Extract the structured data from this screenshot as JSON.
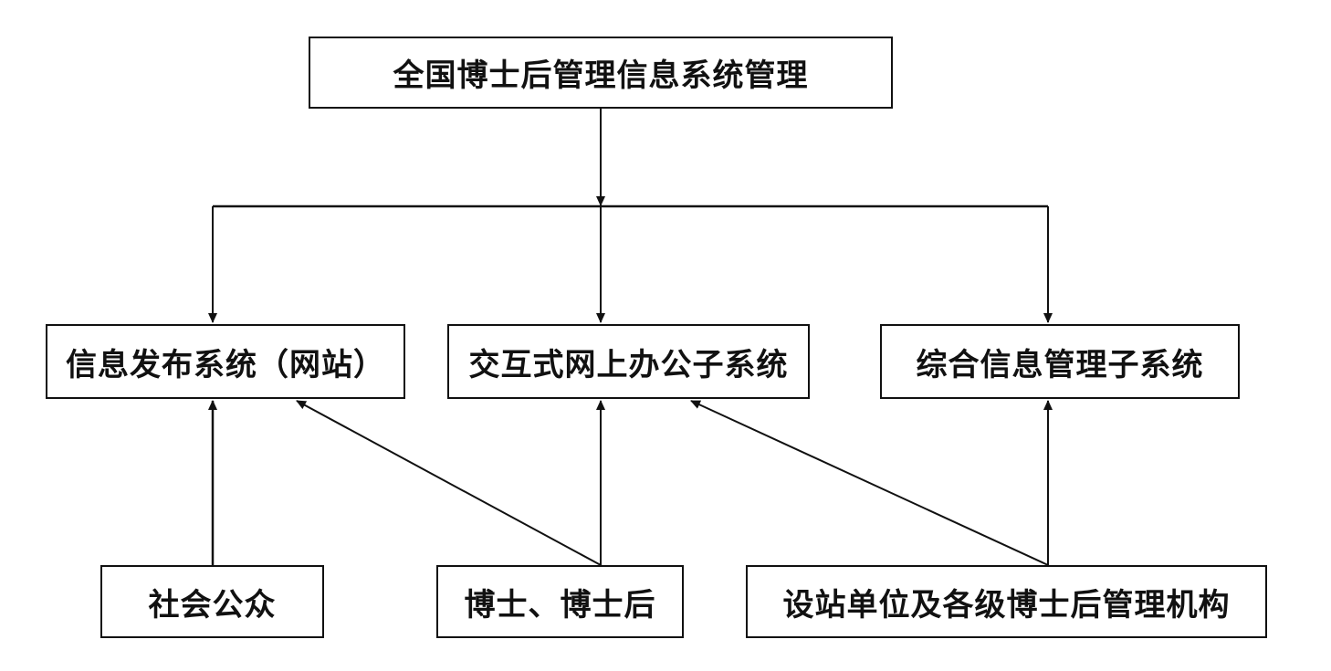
{
  "diagram": {
    "type": "organizational flow diagram",
    "nodes": {
      "root": "全国博士后管理信息系统管理",
      "publishing_system": "信息发布系统（网站）",
      "interactive_office": "交互式网上办公子系统",
      "integrated_mgmt": "综合信息管理子系统",
      "public": "社会公众",
      "postdocs": "博士、博士后",
      "institutions": "设站单位及各级博士后管理机构"
    },
    "edges": [
      {
        "from": "root",
        "to": "publishing_system"
      },
      {
        "from": "root",
        "to": "interactive_office"
      },
      {
        "from": "root",
        "to": "integrated_mgmt"
      },
      {
        "from": "public",
        "to": "publishing_system"
      },
      {
        "from": "postdocs",
        "to": "publishing_system"
      },
      {
        "from": "postdocs",
        "to": "interactive_office"
      },
      {
        "from": "institutions",
        "to": "interactive_office"
      },
      {
        "from": "institutions",
        "to": "integrated_mgmt"
      }
    ],
    "line_color": "#111111"
  }
}
